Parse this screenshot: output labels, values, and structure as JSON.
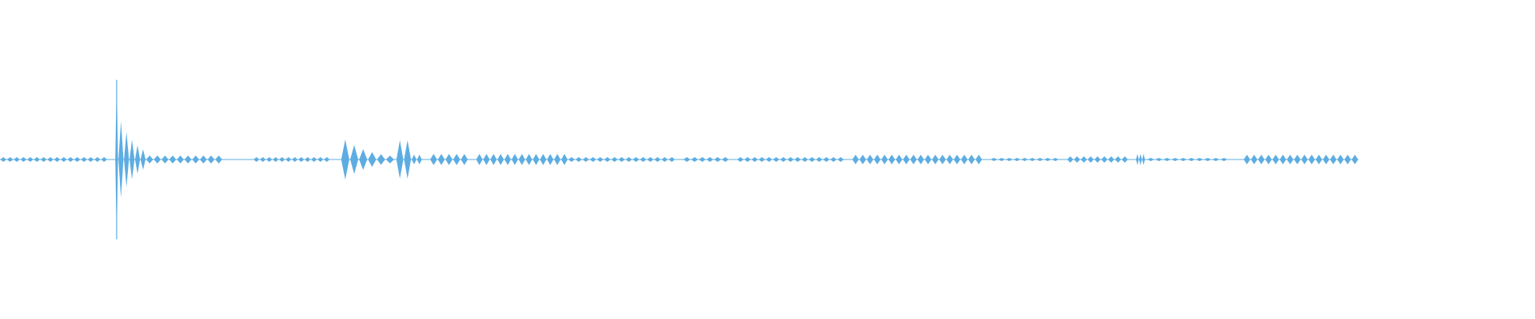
{
  "waveform": {
    "color": "#5DADE2",
    "background": "#ffffff",
    "duration_fraction": 0.885,
    "bursts": [
      {
        "start": 0.0,
        "end": 0.07,
        "peak": 0.03,
        "pulses": 16
      },
      {
        "start": 0.075,
        "end": 0.077,
        "peak": 1.0,
        "pulses": 1
      },
      {
        "start": 0.077,
        "end": 0.095,
        "peak": 0.48,
        "pulses": 5,
        "decay": true
      },
      {
        "start": 0.095,
        "end": 0.145,
        "peak": 0.05,
        "pulses": 10
      },
      {
        "start": 0.165,
        "end": 0.215,
        "peak": 0.03,
        "pulses": 12
      },
      {
        "start": 0.222,
        "end": 0.257,
        "peak": 0.25,
        "pulses": 6,
        "decay": true
      },
      {
        "start": 0.258,
        "end": 0.268,
        "peak": 0.24,
        "pulses": 2
      },
      {
        "start": 0.268,
        "end": 0.275,
        "peak": 0.06,
        "pulses": 2
      },
      {
        "start": 0.28,
        "end": 0.305,
        "peak": 0.07,
        "pulses": 5
      },
      {
        "start": 0.31,
        "end": 0.37,
        "peak": 0.07,
        "pulses": 13
      },
      {
        "start": 0.37,
        "end": 0.44,
        "peak": 0.03,
        "pulses": 15
      },
      {
        "start": 0.445,
        "end": 0.475,
        "peak": 0.03,
        "pulses": 6
      },
      {
        "start": 0.48,
        "end": 0.55,
        "peak": 0.03,
        "pulses": 15
      },
      {
        "start": 0.555,
        "end": 0.64,
        "peak": 0.06,
        "pulses": 18
      },
      {
        "start": 0.645,
        "end": 0.69,
        "peak": 0.02,
        "pulses": 9
      },
      {
        "start": 0.695,
        "end": 0.735,
        "peak": 0.04,
        "pulses": 9
      },
      {
        "start": 0.74,
        "end": 0.746,
        "peak": 0.07,
        "pulses": 3
      },
      {
        "start": 0.747,
        "end": 0.8,
        "peak": 0.02,
        "pulses": 10
      },
      {
        "start": 0.81,
        "end": 0.885,
        "peak": 0.06,
        "pulses": 16
      }
    ]
  }
}
